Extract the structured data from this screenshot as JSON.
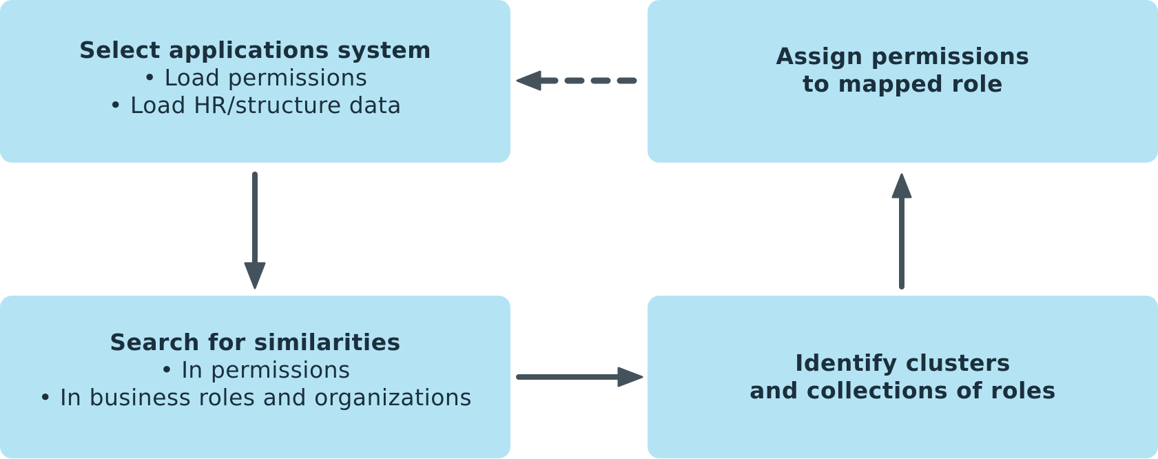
{
  "boxes": {
    "select": {
      "title": "Select applications system",
      "items": [
        "Load permissions",
        "Load HR/structure data"
      ]
    },
    "assign": {
      "title": "Assign permissions\nto mapped role"
    },
    "search": {
      "title": "Search for similarities",
      "items": [
        "In permissions",
        "In business roles and organizations"
      ]
    },
    "identify": {
      "title": "Identify clusters\nand collections of roles"
    }
  },
  "colors": {
    "box_fill": "#b4e4f4",
    "text": "#1b2f3c",
    "arrow": "#44525c"
  }
}
